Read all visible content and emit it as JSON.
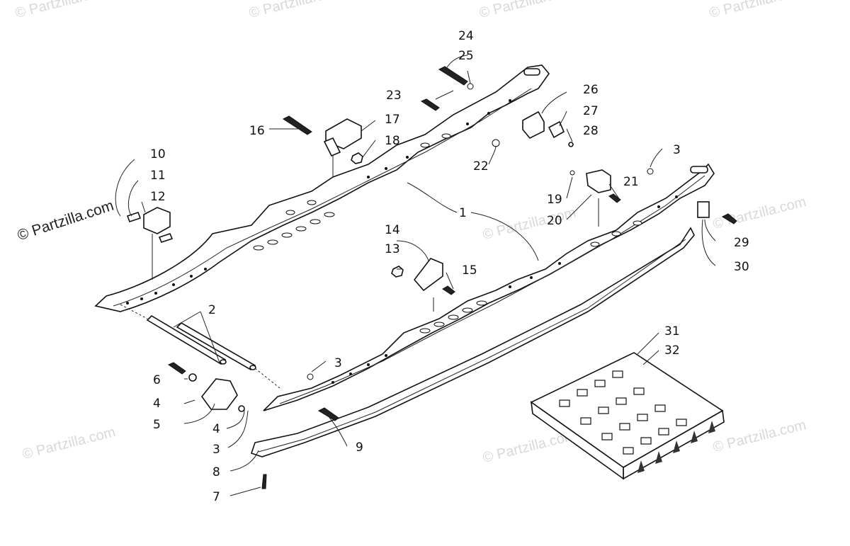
{
  "watermarks": {
    "main": "© Partzilla.com",
    "faint": "© Partzilla.com"
  },
  "callouts": {
    "c1": "1",
    "c2": "2",
    "c3a": "3",
    "c3b": "3",
    "c3c": "3",
    "c4a": "4",
    "c4b": "4",
    "c5": "5",
    "c6": "6",
    "c7": "7",
    "c8": "8",
    "c9": "9",
    "c10": "10",
    "c11": "11",
    "c12": "12",
    "c13": "13",
    "c14": "14",
    "c15": "15",
    "c16": "16",
    "c17": "17",
    "c18": "18",
    "c19": "19",
    "c20": "20",
    "c21": "21",
    "c22": "22",
    "c23": "23",
    "c24": "24",
    "c25": "25",
    "c26": "26",
    "c27": "27",
    "c28": "28",
    "c29": "29",
    "c30": "30",
    "c31": "31",
    "c32": "32"
  },
  "colors": {
    "line": "#111111",
    "watermark": "#d8d8d8"
  }
}
